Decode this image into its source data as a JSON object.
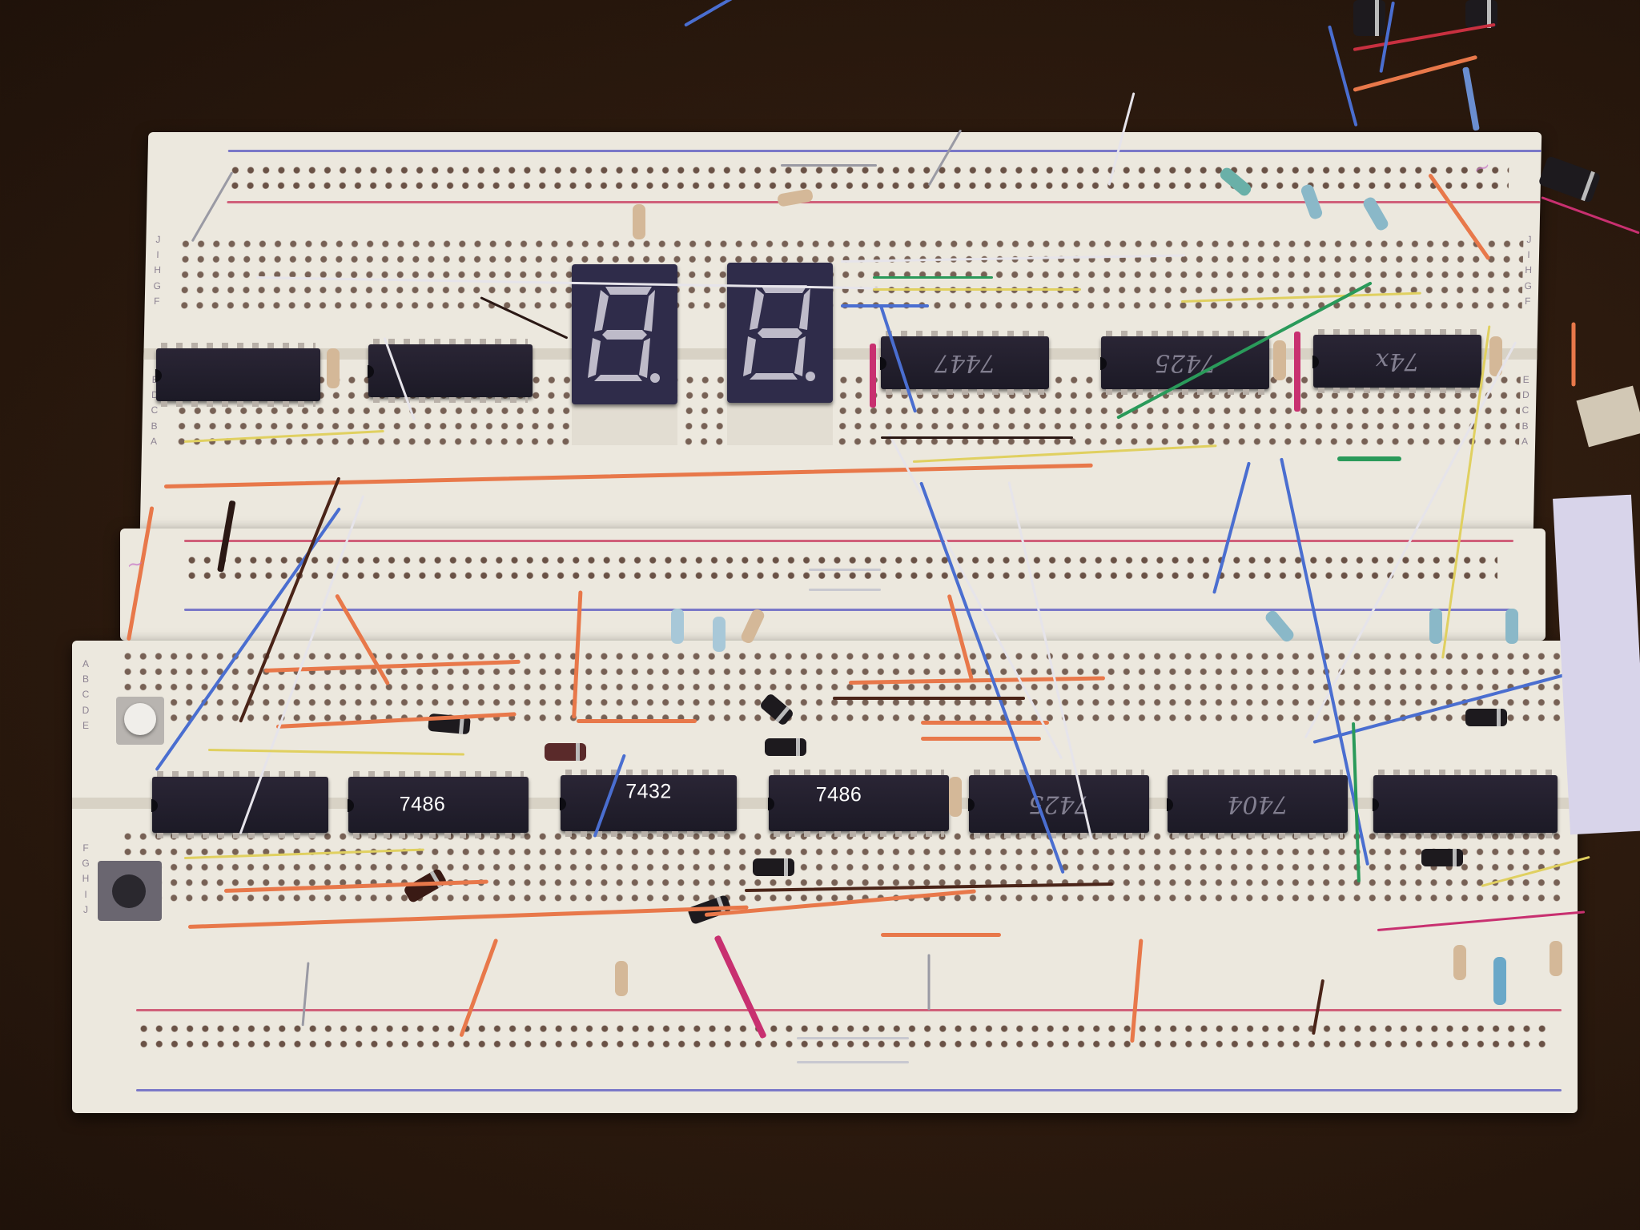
{
  "scene": {
    "description": "Photograph of a solderless breadboard circuit with 74-series logic ICs, two seven-segment displays, resistors, diodes, push buttons and many jumper wires",
    "background_color": "#2c1a0e",
    "board_color": "#ece8de",
    "rail_red": "#d0607a",
    "rail_blue": "#7a78c8"
  },
  "displays": [
    {
      "id": "display-left",
      "shown": "8."
    },
    {
      "id": "display-right",
      "shown": "8."
    }
  ],
  "top_row_chips": [
    {
      "label": "",
      "handwritten": ""
    },
    {
      "label": "",
      "handwritten": ""
    },
    {
      "label": "",
      "handwritten": "7447"
    },
    {
      "label": "",
      "handwritten": "7425"
    },
    {
      "label": "",
      "handwritten": "74x"
    }
  ],
  "bottom_row_chips": [
    {
      "label": "",
      "handwritten": ""
    },
    {
      "label": "7486",
      "handwritten": ""
    },
    {
      "label": "7432",
      "handwritten": ""
    },
    {
      "label": "7486",
      "handwritten": ""
    },
    {
      "label": "",
      "handwritten": "7425"
    },
    {
      "label": "",
      "handwritten": "7404"
    },
    {
      "label": "",
      "handwritten": ""
    }
  ],
  "row_letters": {
    "left_upper": [
      "J",
      "I",
      "H",
      "G",
      "F"
    ],
    "left_lower": [
      "E",
      "D",
      "C",
      "B",
      "A"
    ],
    "right_upper": [
      "J",
      "I",
      "H",
      "G",
      "F"
    ],
    "right_lower": [
      "E",
      "D",
      "C",
      "B",
      "A"
    ]
  },
  "buttons": [
    {
      "id": "pushbutton-round",
      "color": "#e8e6e2"
    },
    {
      "id": "pushbutton-tactile",
      "color": "#3a3840"
    }
  ],
  "wire_colors": {
    "orange": "#e8784a",
    "white": "#e6e4ea",
    "blue": "#4a6ed0",
    "yellow": "#e0d060",
    "brown": "#4a2418",
    "green": "#2a9a5a",
    "magenta": "#c83070",
    "gray": "#9a9aa4"
  }
}
